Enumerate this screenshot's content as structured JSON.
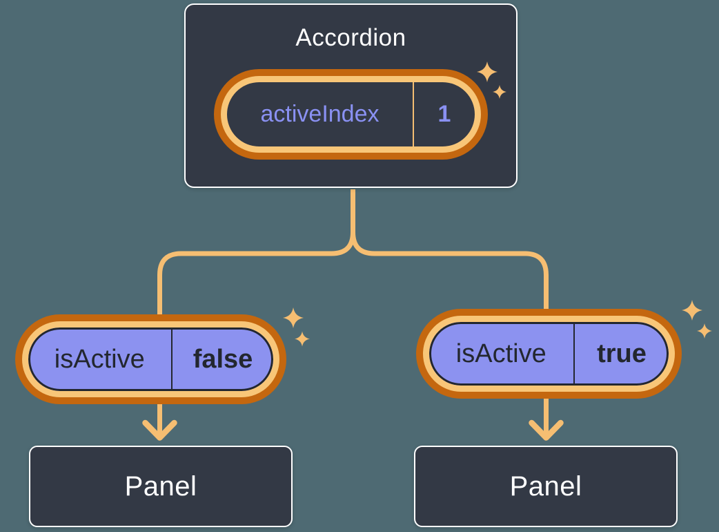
{
  "accordion": {
    "title": "Accordion",
    "state": {
      "label": "activeIndex",
      "value": "1"
    }
  },
  "children": [
    {
      "side": "left",
      "state": {
        "label": "isActive",
        "value": "false"
      },
      "panel_label": "Panel"
    },
    {
      "side": "right",
      "state": {
        "label": "isActive",
        "value": "true"
      },
      "panel_label": "Panel"
    }
  ],
  "colors": {
    "background": "#4E6A73",
    "node_fill": "#333945",
    "node_border": "#FFFFFF",
    "connector_orange": "#F6BE72",
    "ring_light_orange": "#F8C678",
    "ring_dark_orange": "#C4670F",
    "pill_purple_fill": "#8C92F0",
    "purple_text": "#8A91F3",
    "dark_text": "#23272F",
    "white_text": "#FFFFFF"
  },
  "icons": {
    "sparkle": "sparkles-icon"
  }
}
